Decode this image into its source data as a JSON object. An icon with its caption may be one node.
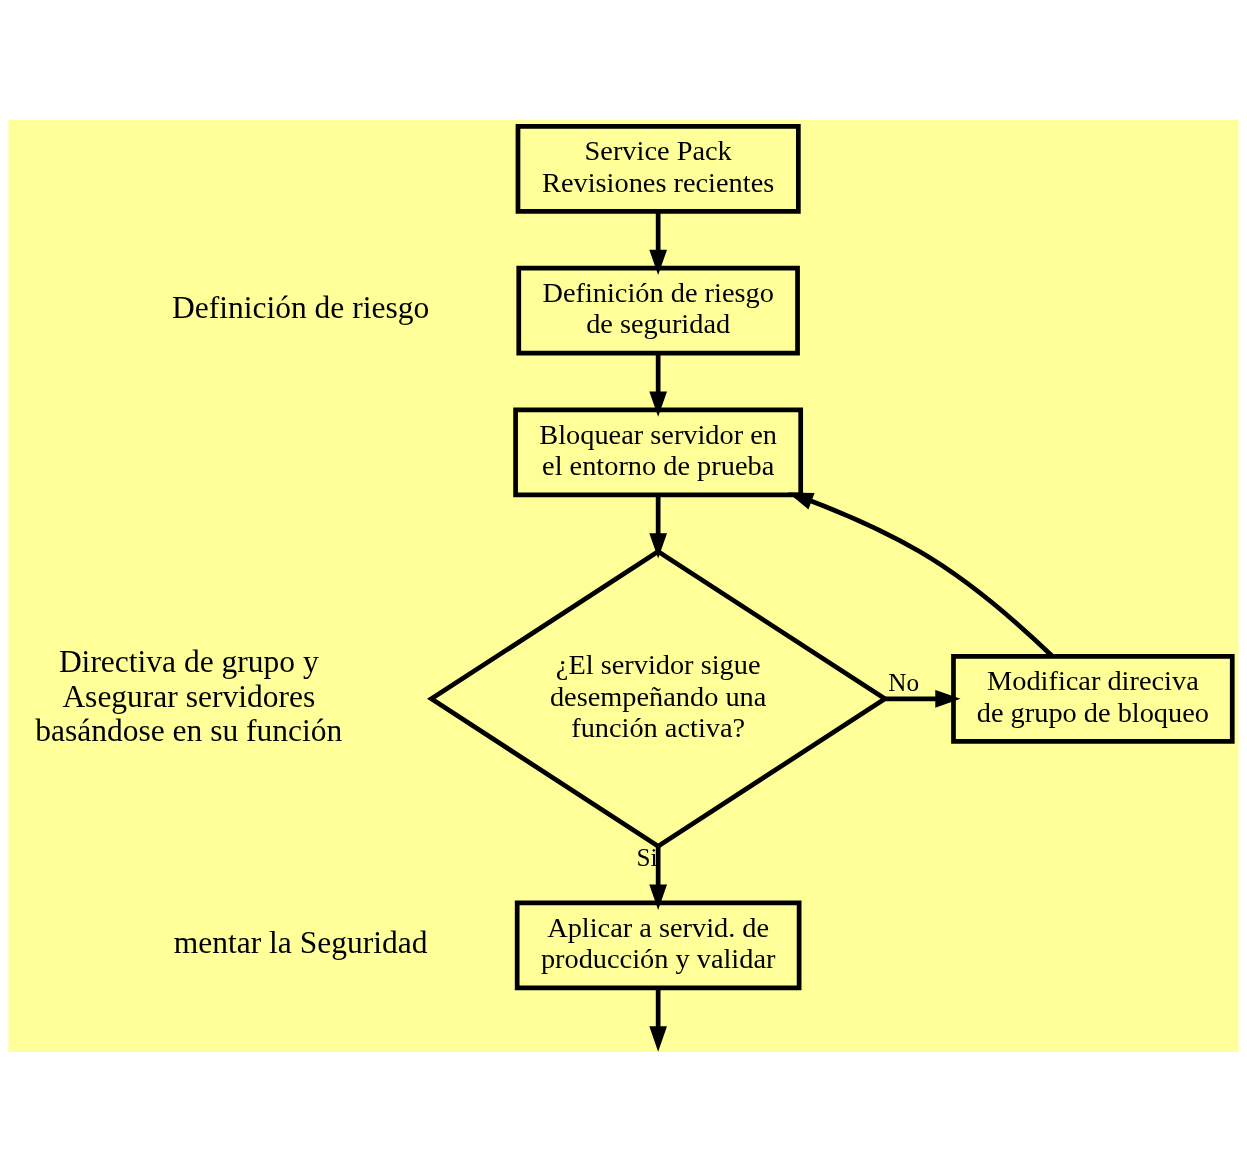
{
  "diagram": {
    "nodes": [
      {
        "text": [
          "Service Pack",
          "Revisiones recientes"
        ]
      },
      {
        "text": [
          "Definición de riesgo de seguridad"
        ]
      },
      {
        "text": [
          "Bloquear servidor en el entorno de prueba"
        ]
      },
      {
        "text": [
          "¿El servidor sigue desempeñando una función activa?"
        ]
      },
      {
        "text": [
          "Modificar direciva de grupo de bloqueo"
        ]
      },
      {
        "text": [
          "Aplicar a servid. de producción y validar"
        ]
      }
    ],
    "edges": [
      {
        "from": 0,
        "to": 1,
        "arrow": "to"
      },
      {
        "from": 1,
        "to": 2,
        "arrow": "to"
      },
      {
        "from": 2,
        "to": 3,
        "arrow": "to"
      },
      {
        "from": 3,
        "to": 4,
        "arrow": "to",
        "label": "No"
      },
      {
        "from": 4,
        "to": 2,
        "arrow": "to"
      },
      {
        "from": 3,
        "to": 5,
        "arrow": "to",
        "label": "Si"
      },
      {
        "from": 5,
        "to": null,
        "arrow": "to"
      }
    ],
    "labels": [
      "Definición de riesgo",
      "Directiva de grupo y Asegurar servidores basándose en su función",
      "mentar la Seguridad"
    ]
  }
}
